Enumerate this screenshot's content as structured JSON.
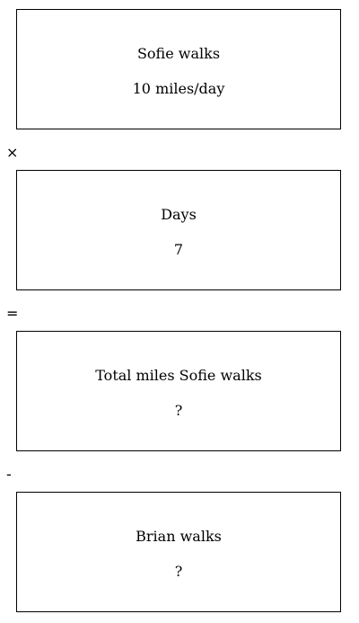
{
  "boxes": [
    {
      "title": "Sofie walks",
      "value": "10 miles/day"
    },
    {
      "title": "Days",
      "value": "7"
    },
    {
      "title": "Total miles Sofie walks",
      "value": "?"
    },
    {
      "title": "Brian walks",
      "value": "?"
    }
  ],
  "operators": [
    "×",
    "=",
    "-"
  ]
}
